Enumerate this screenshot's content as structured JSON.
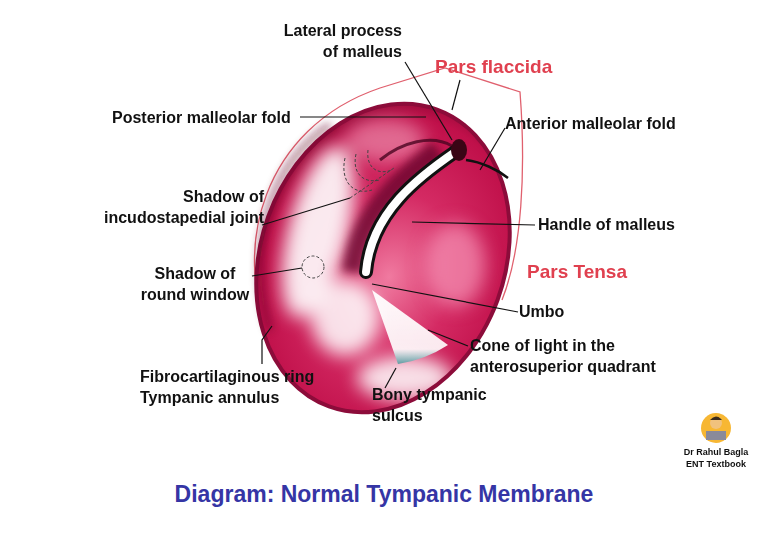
{
  "diagram": {
    "caption": "Diagram: Normal Tympanic Membrane",
    "labels": [
      "Lateral process of malleus",
      "Pars flaccida",
      "Posterior malleolar fold",
      "Anterior malleolar fold",
      "Shadow of incudostapedial joint",
      "Handle of malleus",
      "Pars Tensa",
      "Shadow of round window",
      "Umbo",
      "Cone of light in the anterosuperior quadrant",
      "Fibrocartilaginous ring Tympanic annulus",
      "Bony tympanic sulcus",
      "Dr Rahul Bagla",
      "ENT Textbook"
    ]
  }
}
